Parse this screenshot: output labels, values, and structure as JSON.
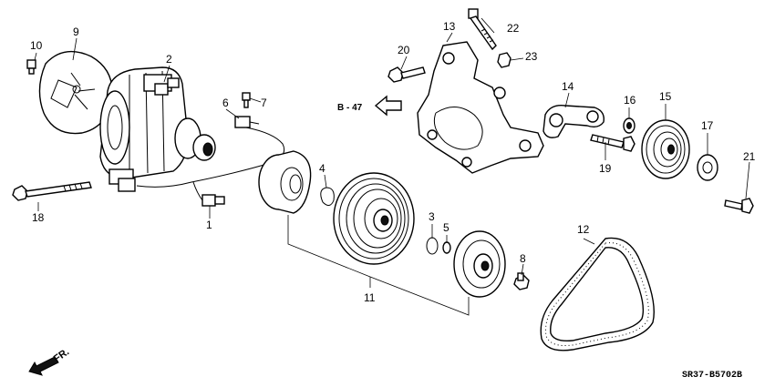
{
  "diagram": {
    "callouts": {
      "c1": "1",
      "c2": "2",
      "c3": "3",
      "c4": "4",
      "c5": "5",
      "c6": "6",
      "c7": "7",
      "c8": "8",
      "c9": "9",
      "c10": "10",
      "c11": "11",
      "c12": "12",
      "c13": "13",
      "c14": "14",
      "c15": "15",
      "c16": "16",
      "c17": "17",
      "c18": "18",
      "c19": "19",
      "c20": "20",
      "c21": "21",
      "c22": "22",
      "c23": "23"
    },
    "reference_label": "B - 47",
    "front_label": "FR.",
    "diagram_code": "SR37-B5702B"
  }
}
